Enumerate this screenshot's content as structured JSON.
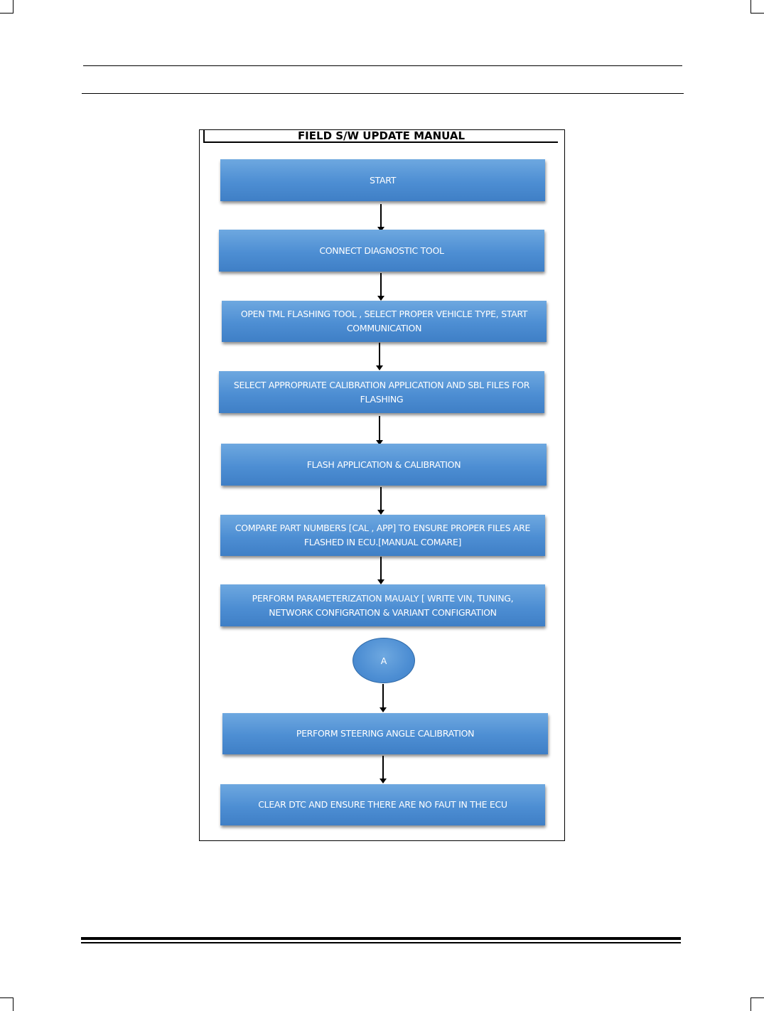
{
  "document": {
    "figure": {
      "title": "FIELD S/W UPDATE MANUAL",
      "steps": [
        "START",
        "CONNECT DIAGNOSTIC TOOL",
        "OPEN TML FLASHING TOOL , SELECT PROPER VEHICLE TYPE, START COMMUNICATION",
        "SELECT APPROPRIATE CALIBRATION APPLICATION AND SBL FILES FOR FLASHING",
        "FLASH APPLICATION & CALIBRATION",
        "COMPARE PART NUMBERS [CAL , APP] TO ENSURE PROPER FILES ARE FLASHED IN ECU.[MANUAL COMARE]",
        "PERFORM PARAMETERIZATION MAUALY [ WRITE VIN, TUNING, NETWORK CONFIGRATION & VARIANT CONFIGRATION",
        "PERFORM STEERING ANGLE CALIBRATION",
        "CLEAR DTC AND ENSURE THERE ARE NO FAUT IN THE ECU"
      ],
      "connector_label": "A"
    }
  }
}
